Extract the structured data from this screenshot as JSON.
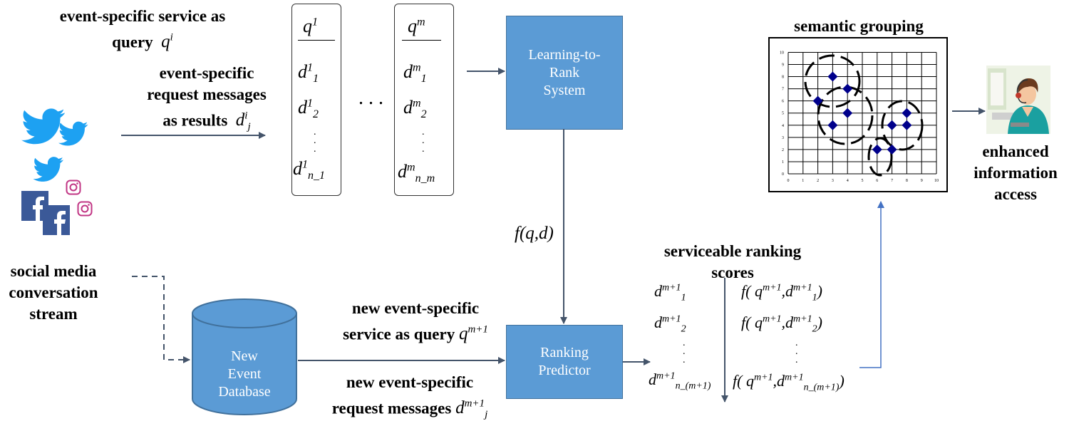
{
  "labels": {
    "query_line1": "event-specific service as",
    "query_line2": "query",
    "results_line1": "event-specific",
    "results_line2": "request messages",
    "results_line3": "as results",
    "social_line1": "social media",
    "social_line2": "conversation",
    "social_line3": "stream",
    "new_query_line1": "new event-specific",
    "new_query_line2": "service as query",
    "new_req_line1": "new event-specific",
    "new_req_line2": "request messages",
    "semantic_grouping": "semantic grouping",
    "enhanced_line1": "enhanced",
    "enhanced_line2": "information",
    "enhanced_line3": "access",
    "scores_line1": "serviceable ranking",
    "scores_line2": "scores",
    "fqd": "f(q,d)",
    "ellipsis": ". . ."
  },
  "boxes": {
    "ltr_line1": "Learning-to-",
    "ltr_line2": "Rank",
    "ltr_line3": "System",
    "rp_line1": "Ranking",
    "rp_line2": "Predictor",
    "db_line1": "New",
    "db_line2": "Event",
    "db_line3": "Database"
  },
  "colors": {
    "box_fill": "#5b9bd5",
    "box_border": "#41719c",
    "arrow": "#44546a",
    "marker": "#00008b",
    "twitter": "#1da1f2",
    "facebook": "#3b5998",
    "instagram": "#c13584"
  },
  "icons": [
    "twitter-icon",
    "facebook-icon",
    "instagram-icon",
    "support-agent-icon"
  ],
  "scatter": {
    "axis_ticks": [
      "0",
      "1",
      "2",
      "3",
      "4",
      "5",
      "6",
      "7",
      "8",
      "9",
      "10"
    ],
    "points": [
      [
        3,
        8
      ],
      [
        4,
        7
      ],
      [
        2,
        6
      ],
      [
        4,
        5
      ],
      [
        3,
        4
      ],
      [
        7,
        4
      ],
      [
        8,
        4
      ],
      [
        8,
        5
      ],
      [
        6,
        2
      ],
      [
        7,
        2
      ]
    ]
  }
}
